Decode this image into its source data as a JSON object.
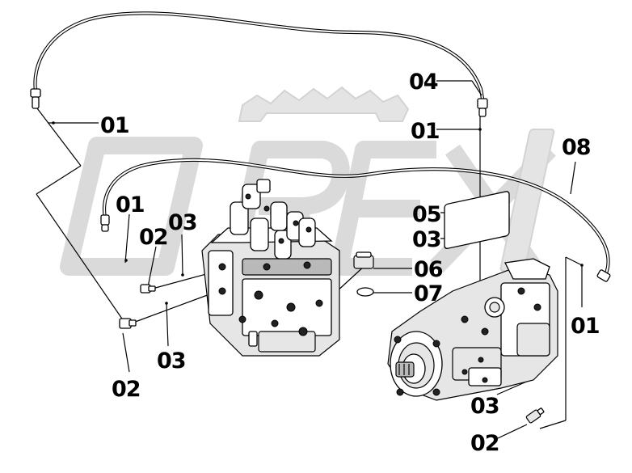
{
  "corner_mark": "",
  "labels": [
    {
      "id": "l01a",
      "text": "01"
    },
    {
      "id": "l04",
      "text": "04"
    },
    {
      "id": "l01b",
      "text": "01"
    },
    {
      "id": "l08",
      "text": "08"
    },
    {
      "id": "l01c",
      "text": "01"
    },
    {
      "id": "l02a",
      "text": "02"
    },
    {
      "id": "l03a",
      "text": "03"
    },
    {
      "id": "l05",
      "text": "05"
    },
    {
      "id": "l03b",
      "text": "03"
    },
    {
      "id": "l06",
      "text": "06"
    },
    {
      "id": "l07",
      "text": "07"
    },
    {
      "id": "l01d",
      "text": "01"
    },
    {
      "id": "l02b",
      "text": "02"
    },
    {
      "id": "l03c",
      "text": "03"
    },
    {
      "id": "l03d",
      "text": "03"
    },
    {
      "id": "l02c",
      "text": "02"
    }
  ],
  "watermark": {
    "text": "OREX",
    "color": "#e2e2e2"
  }
}
